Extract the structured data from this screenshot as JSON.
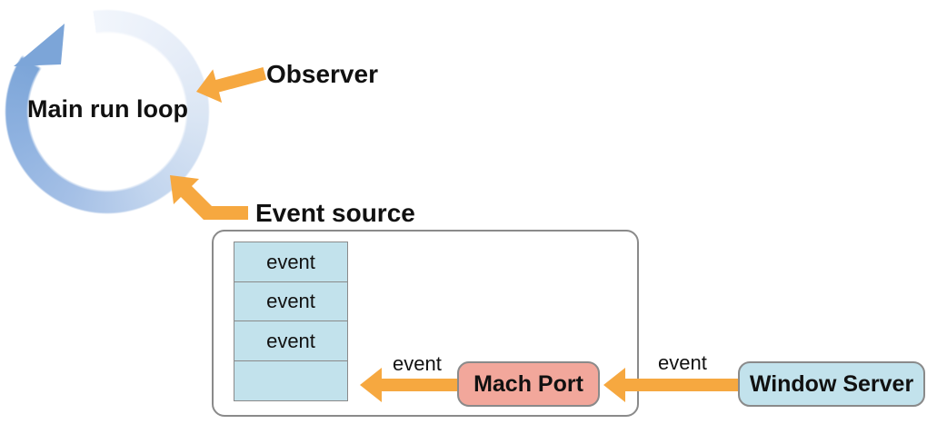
{
  "diagram": {
    "main_loop_label": "Main run loop",
    "observer_label": "Observer",
    "event_source_label": "Event source",
    "event_queue": {
      "rows": [
        "event",
        "event",
        "event",
        ""
      ]
    },
    "mach_port_label": "Mach Port",
    "window_server_label": "Window Server",
    "arrow_labels": {
      "mach_to_queue": "event",
      "server_to_mach": "event"
    },
    "colors": {
      "arrow_orange": "#F6A840",
      "loop_blue_dark": "#7CA5D8",
      "loop_blue_light": "#F2F6FC",
      "box_blue": "#C2E2EC",
      "box_salmon": "#F2A79B",
      "border_gray": "#8A8A8A"
    }
  }
}
